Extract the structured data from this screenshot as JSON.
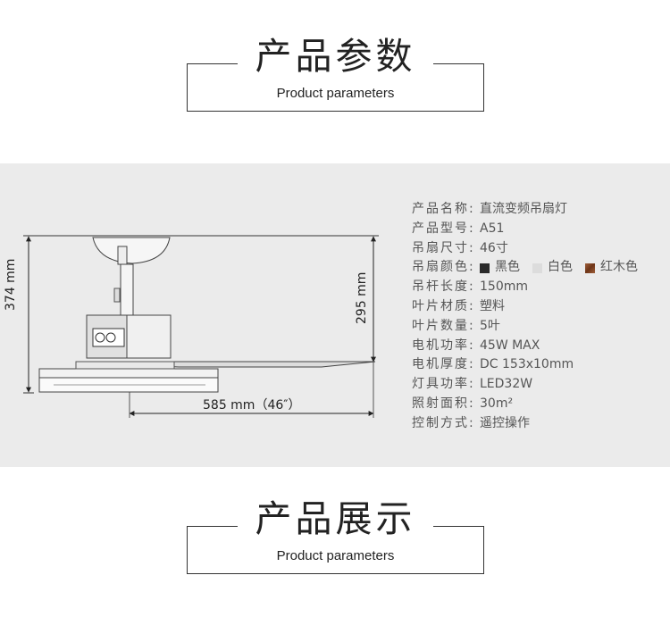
{
  "header1": {
    "title": "产品参数",
    "subtitle": "Product parameters"
  },
  "header2": {
    "title": "产品展示",
    "subtitle": "Product parameters"
  },
  "dimensions": {
    "height_total": "374 mm",
    "height_rod": "295 mm",
    "width_blade": "585 mm（46″）"
  },
  "specs": [
    {
      "label": "产品名称:",
      "value": "直流变频吊扇灯"
    },
    {
      "label": "产品型号:",
      "value": "A51"
    },
    {
      "label": "吊扇尺寸:",
      "value": "46寸"
    },
    {
      "label": "吊扇颜色:",
      "value": ""
    },
    {
      "label": "吊杆长度:",
      "value": "150mm"
    },
    {
      "label": "叶片材质:",
      "value": "塑料"
    },
    {
      "label": "叶片数量:",
      "value": "5叶"
    },
    {
      "label": "电机功率:",
      "value": "45W MAX"
    },
    {
      "label": "电机厚度:",
      "value": "DC 153x10mm"
    },
    {
      "label": "灯具功率:",
      "value": "LED32W"
    },
    {
      "label": "照射面积:",
      "value": "30m²"
    },
    {
      "label": "控制方式:",
      "value": "遥控操作"
    }
  ],
  "colors": [
    {
      "name": "黑色",
      "hex": "#2a2a2a"
    },
    {
      "name": "白色",
      "hex": "#e4e4e4"
    },
    {
      "name": "红木色",
      "hex": "#8a4a2c"
    }
  ]
}
